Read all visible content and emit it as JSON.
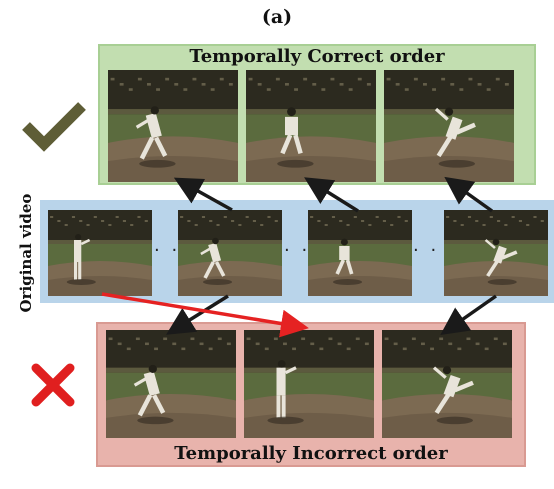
{
  "panel_title": "(a)",
  "correct_label": "Temporally Correct order",
  "incorrect_label": "Temporally Incorrect order",
  "original_label": "Original video",
  "ellipsis": "· ·",
  "colors": {
    "correct_bg": "#c2deb0",
    "original_bg": "#b9d4ea",
    "incorrect_bg": "#e8b3ac",
    "check": "#5e5d36",
    "cross": "#e01f1f",
    "black_arrow": "#1a1a1a",
    "red_arrow": "#e52222"
  },
  "icons": [
    "checkmark-icon",
    "cross-icon"
  ]
}
